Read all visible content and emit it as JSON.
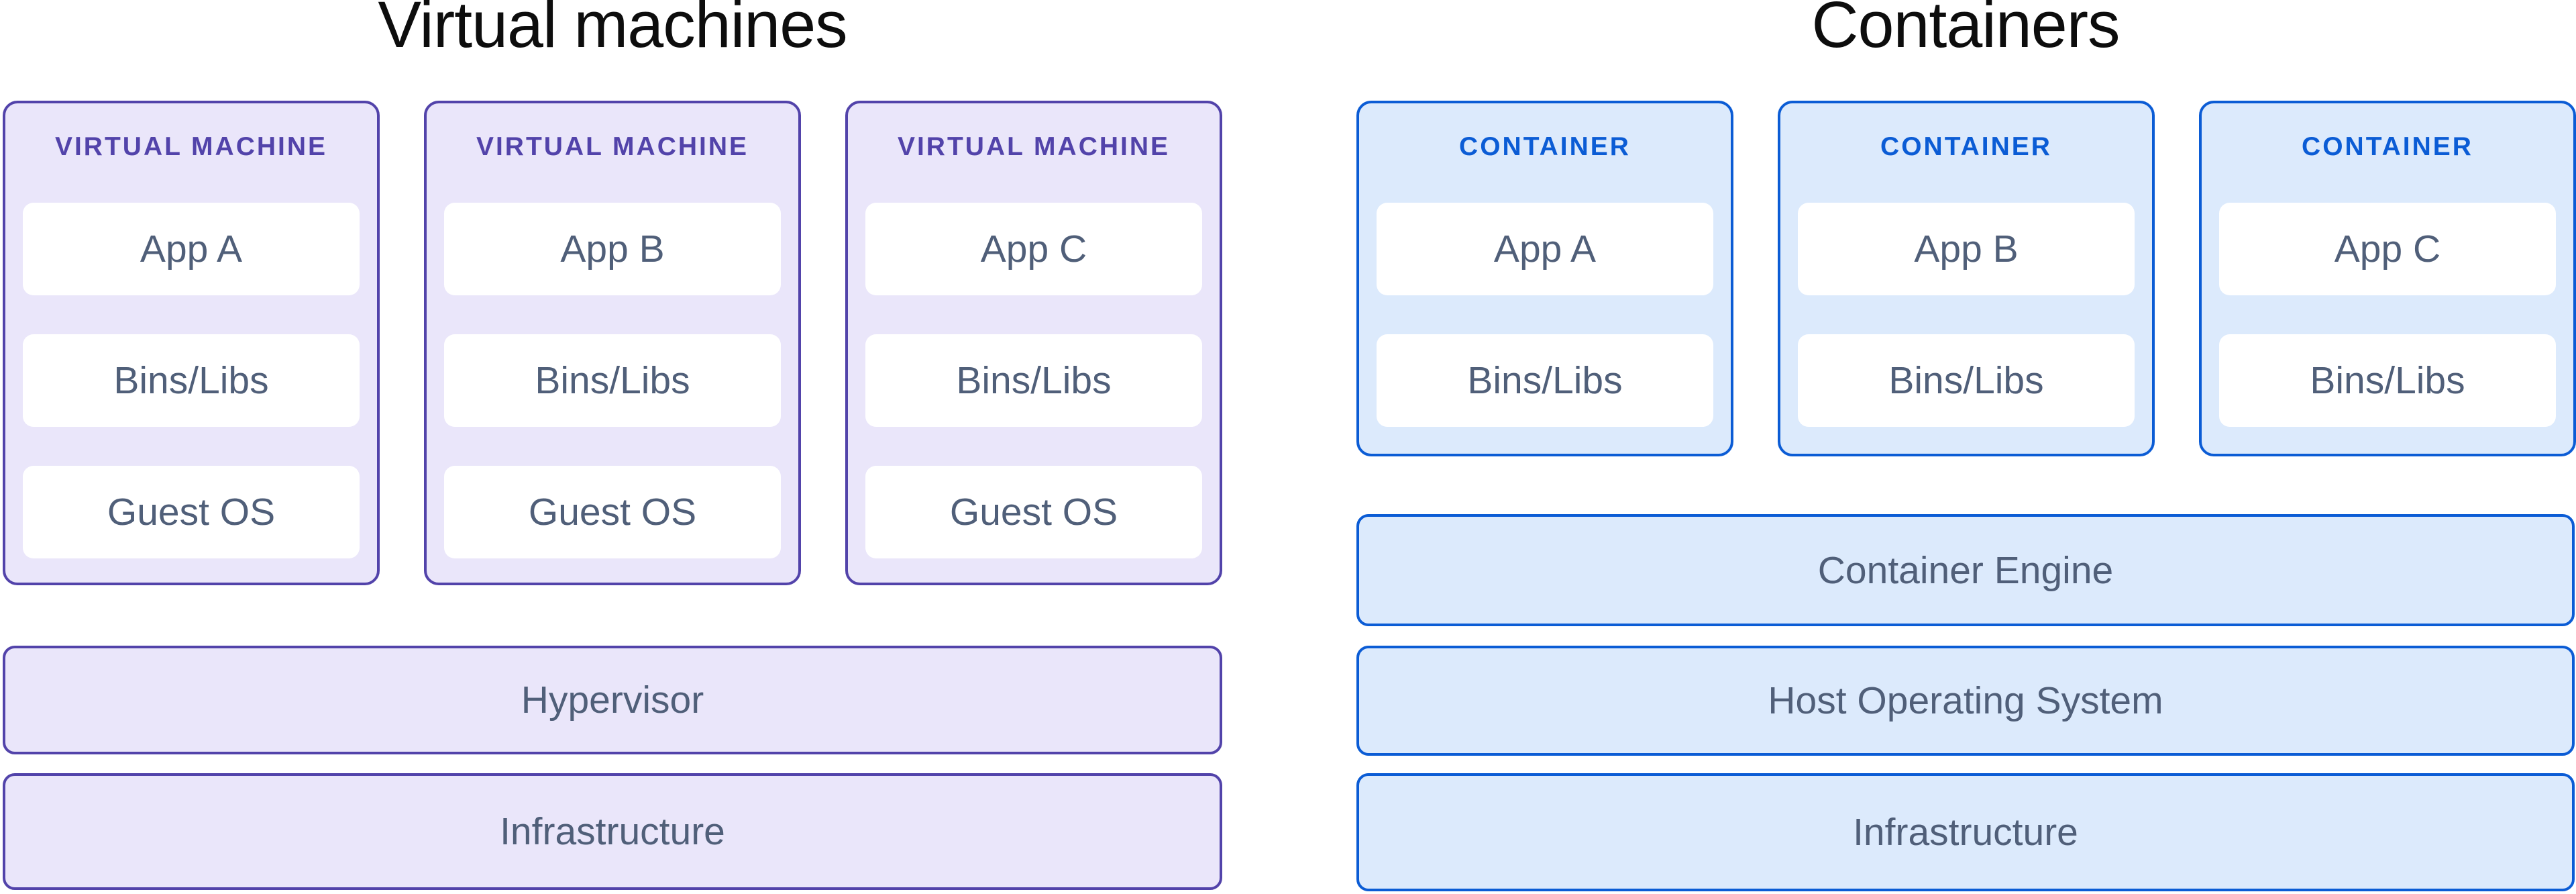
{
  "left_panel": {
    "title": "Virtual machines",
    "cards": [
      {
        "header": "VIRTUAL MACHINE",
        "boxes": [
          "App A",
          "Bins/Libs",
          "Guest OS"
        ]
      },
      {
        "header": "VIRTUAL MACHINE",
        "boxes": [
          "App B",
          "Bins/Libs",
          "Guest OS"
        ]
      },
      {
        "header": "VIRTUAL MACHINE",
        "boxes": [
          "App C",
          "Bins/Libs",
          "Guest OS"
        ]
      }
    ],
    "bars": [
      "Hypervisor",
      "Infrastructure"
    ]
  },
  "right_panel": {
    "title": "Containers",
    "cards": [
      {
        "header": "CONTAINER",
        "boxes": [
          "App A",
          "Bins/Libs"
        ]
      },
      {
        "header": "CONTAINER",
        "boxes": [
          "App B",
          "Bins/Libs"
        ]
      },
      {
        "header": "CONTAINER",
        "boxes": [
          "App C",
          "Bins/Libs"
        ]
      }
    ],
    "bars": [
      "Container Engine",
      "Host Operating System",
      "Infrastructure"
    ]
  },
  "colors": {
    "vm_accent": "#5243aa",
    "vm_fill": "#eae6fa",
    "container_accent": "#0b5cd5",
    "container_fill": "#dceafc",
    "box_fill": "#ffffff",
    "label_text": "#505f79",
    "title_text": "#0d0d0d"
  }
}
